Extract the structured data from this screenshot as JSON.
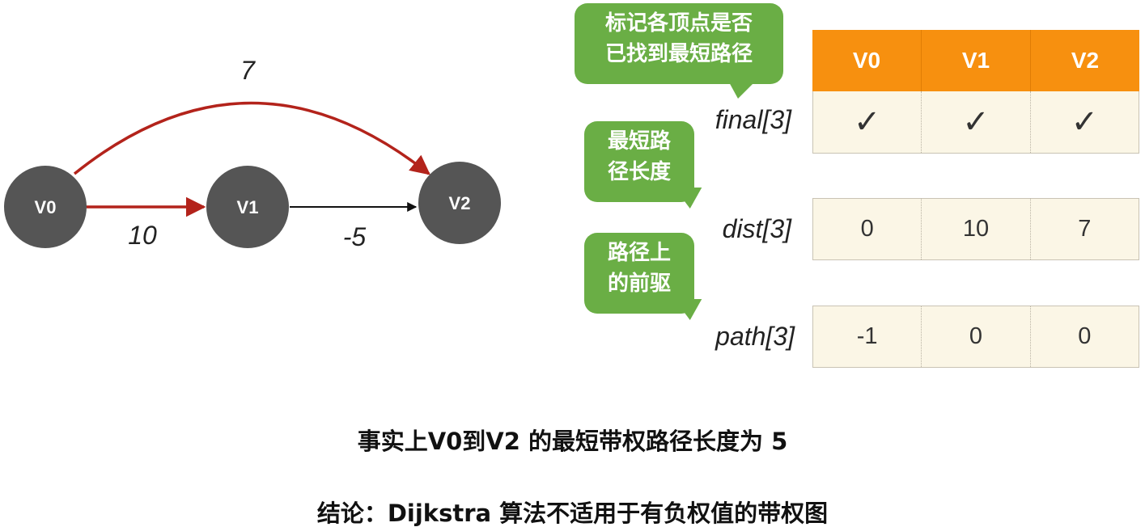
{
  "graph": {
    "nodes": [
      "V0",
      "V1",
      "V2"
    ],
    "edges": [
      {
        "from": "V0",
        "to": "V2",
        "weight": "7",
        "highlight": true
      },
      {
        "from": "V0",
        "to": "V1",
        "weight": "10",
        "highlight": true
      },
      {
        "from": "V1",
        "to": "V2",
        "weight": "-5",
        "highlight": false
      }
    ],
    "colors": {
      "node_fill": "#555555",
      "highlight_edge": "#b3231b",
      "normal_edge": "#111111"
    }
  },
  "table": {
    "headers": [
      "V0",
      "V1",
      "V2"
    ],
    "rows": {
      "final": {
        "label": "final[3]",
        "values": [
          "✓",
          "✓",
          "✓"
        ]
      },
      "dist": {
        "label": "dist[3]",
        "values": [
          "0",
          "10",
          "7"
        ]
      },
      "path": {
        "label": "path[3]",
        "values": [
          "-1",
          "0",
          "0"
        ]
      }
    },
    "colors": {
      "header_bg": "#f7900f",
      "row_bg": "#fbf6e6"
    }
  },
  "bubbles": {
    "final": [
      "标记各顶点是否",
      "已找到最短路径"
    ],
    "dist": [
      "最短路",
      "径长度"
    ],
    "path": [
      "路径上",
      "的前驱"
    ],
    "color": "#6aae45"
  },
  "captions": {
    "fact": "事实上V0到V2 的最短带权路径长度为 5",
    "conclusion": "结论：Dijkstra 算法不适用于有负权值的带权图"
  }
}
